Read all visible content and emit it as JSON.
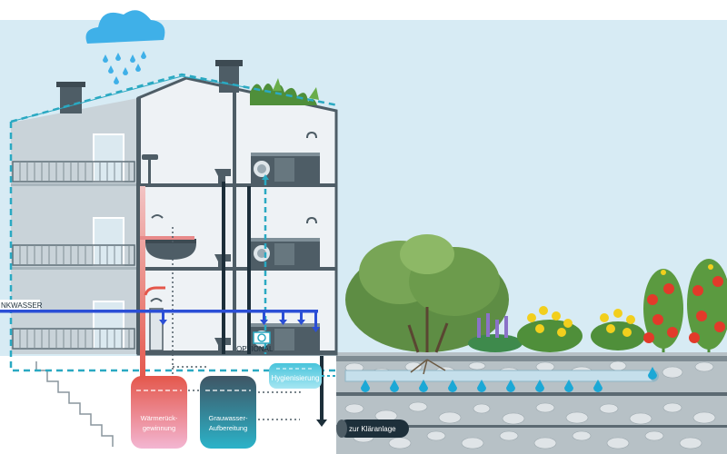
{
  "labels": {
    "trinkwasser": "NKWASSER",
    "optional": "OPTIONAL",
    "hygienisierung": "Hygienisierung",
    "waermerueck_1": "Wärmerück-",
    "waermerueck_2": "gewinnung",
    "grauwasser_1": "Grauwasser-",
    "grauwasser_2": "Aufbereitung",
    "klaeranlage": "zur Kläranlage"
  },
  "icons": {
    "rain": "rain-cloud-icon",
    "drop": "water-drop-icon"
  },
  "colors": {
    "sky": "#d7ebf4",
    "building_light": "#e8eef2",
    "building_dark": "#b9c6ce",
    "fresh_water": "#2b4fd6",
    "grey_water": "#2aa9c2",
    "warm": "#e4574b",
    "dark_line": "#1d2f3a",
    "soil": "#9aa5ab",
    "drop": "#1ba8d6"
  }
}
